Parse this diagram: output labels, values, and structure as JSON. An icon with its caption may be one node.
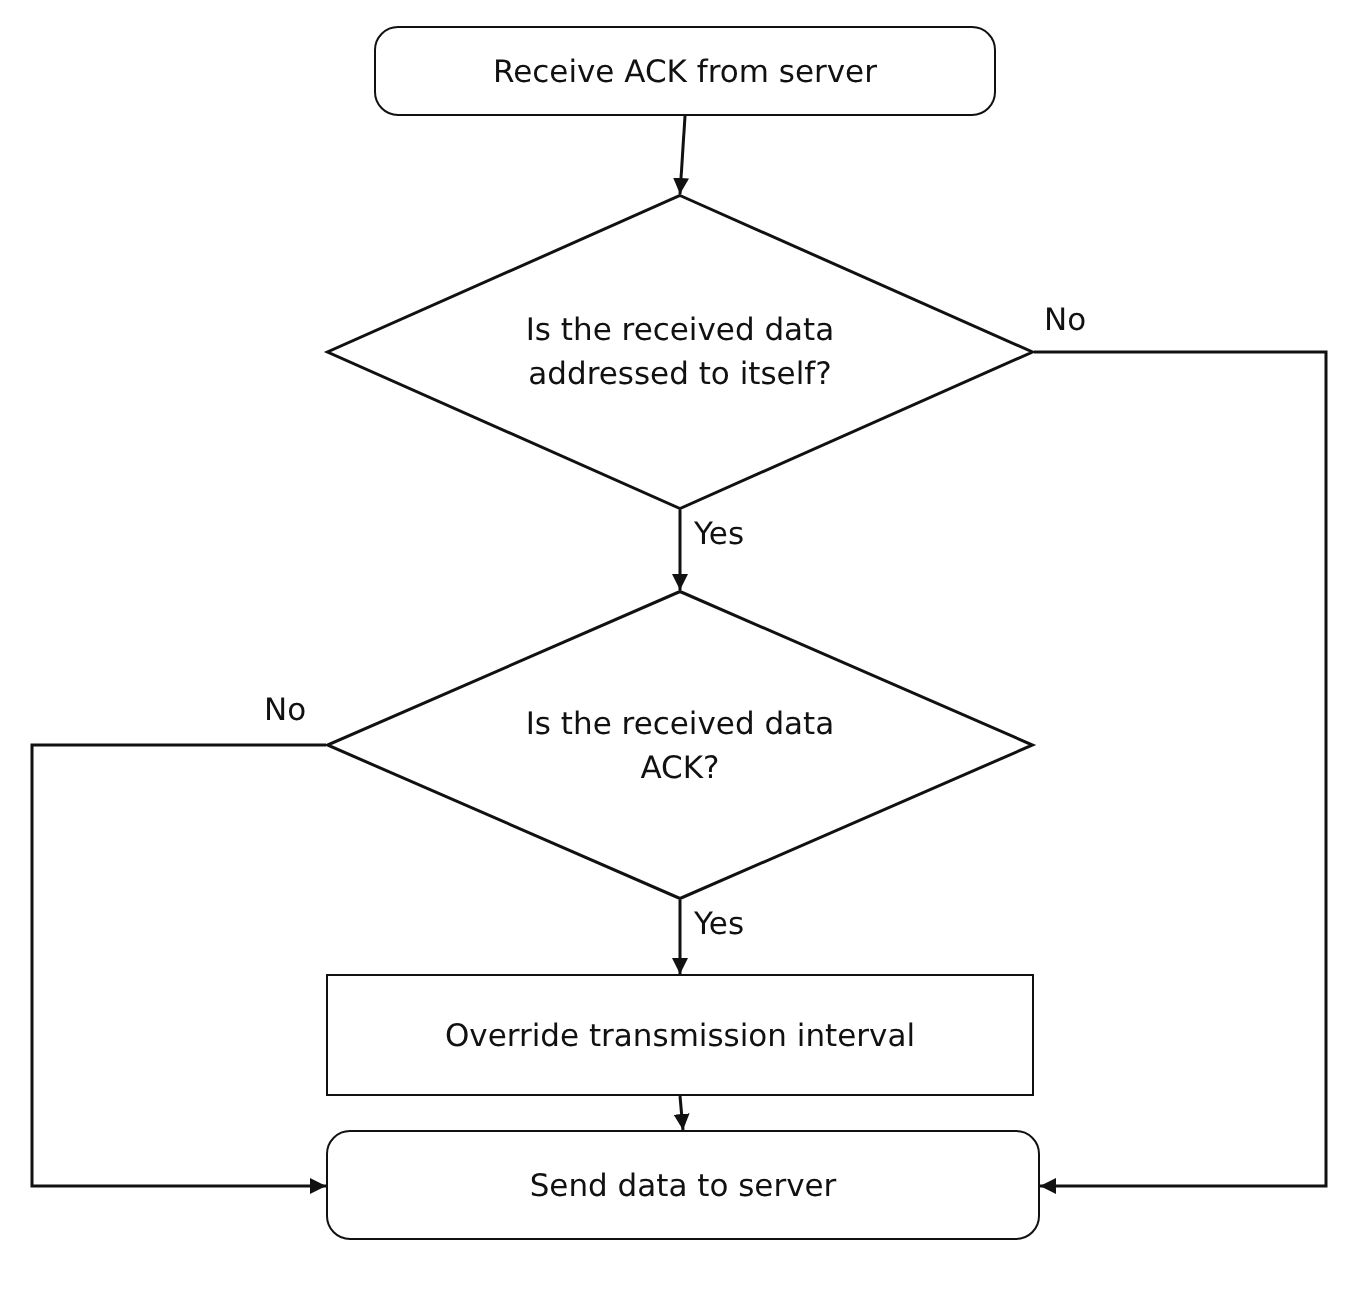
{
  "diagram": {
    "nodes": [
      {
        "text": [
          "Receive ACK from server"
        ]
      },
      {
        "text": [
          "Is the received data addressed to itself?"
        ]
      },
      {
        "text": [
          "Is the received data ACK?"
        ]
      },
      {
        "text": [
          "Override transmission interval"
        ]
      },
      {
        "text": [
          "Send data to server"
        ]
      }
    ],
    "edges": [
      {
        "from": 0,
        "to": 1,
        "arrow": "to"
      },
      {
        "from": 1,
        "to": 2,
        "arrow": "to",
        "label": "Yes"
      },
      {
        "from": 1,
        "to": 4,
        "arrow": "to",
        "label": "No"
      },
      {
        "from": 2,
        "to": 3,
        "arrow": "to",
        "label": "Yes"
      },
      {
        "from": 2,
        "to": 4,
        "arrow": "to",
        "label": "No"
      },
      {
        "from": 3,
        "to": 4,
        "arrow": "to"
      }
    ]
  }
}
